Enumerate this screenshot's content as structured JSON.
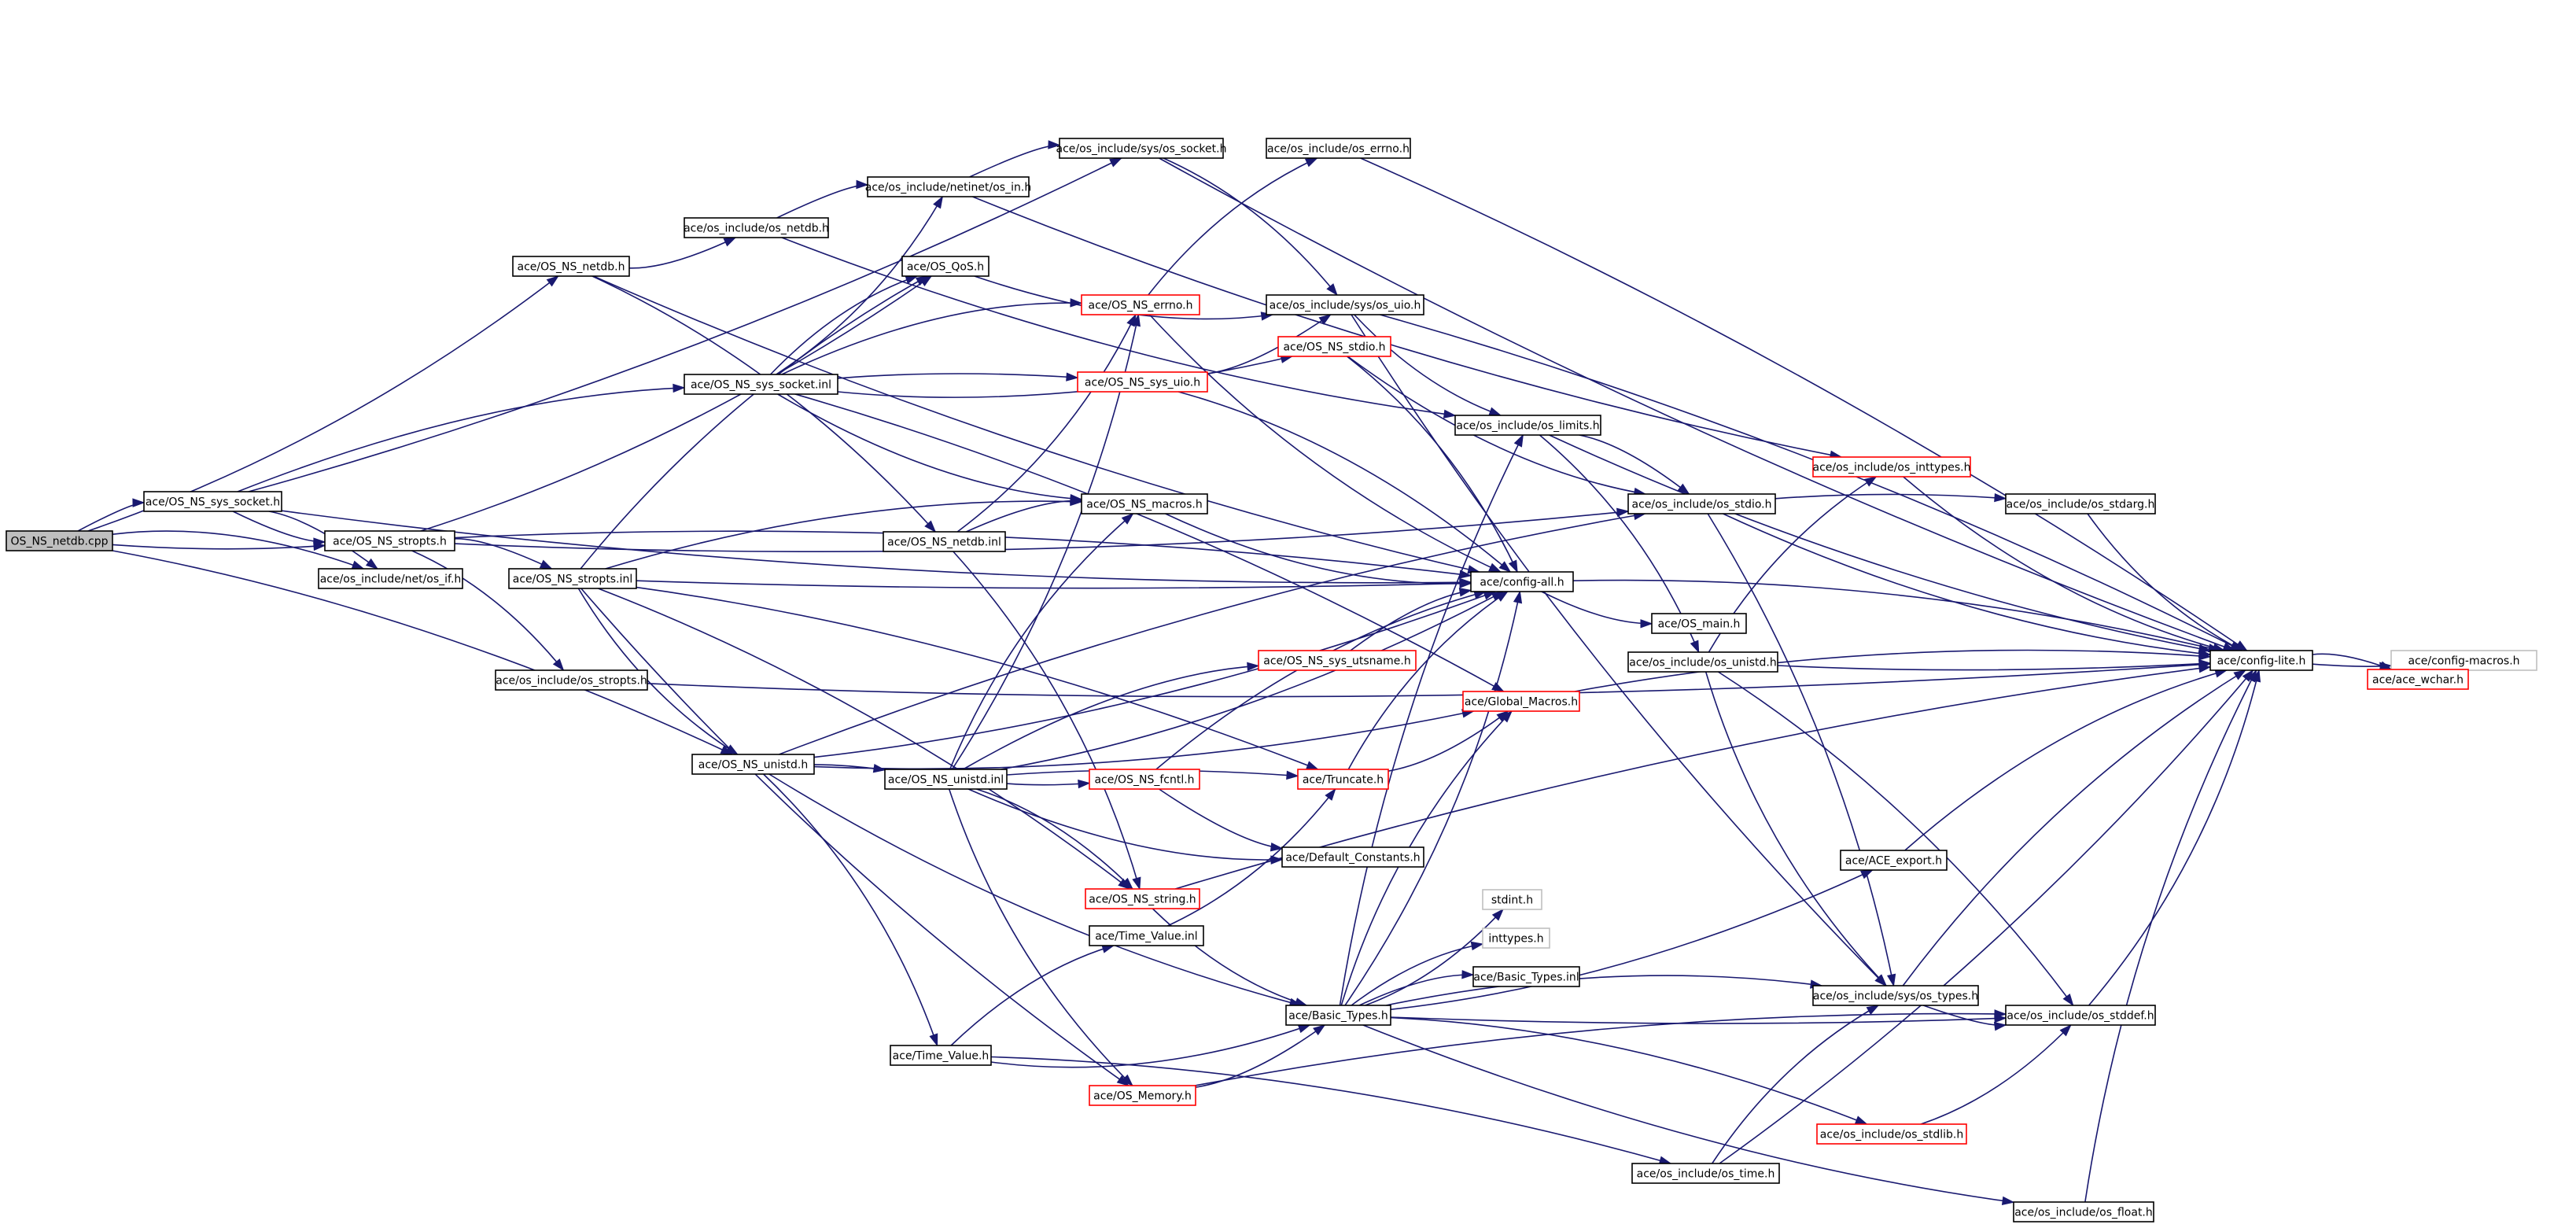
{
  "colors": {
    "edge": "#191970",
    "border_normal": "#000000",
    "border_truncated": "#ff0000",
    "border_external": "#bfbfbf",
    "fill_root": "#bfbfbf",
    "fill_normal": "#ffffff"
  },
  "nodes": [
    {
      "id": "root",
      "label": "OS_NS_netdb.cpp",
      "kind": "root"
    },
    {
      "id": "ns_sys_socket_h",
      "label": "ace/OS_NS_sys_socket.h",
      "kind": "normal"
    },
    {
      "id": "ns_stropts_h",
      "label": "ace/OS_NS_stropts.h",
      "kind": "normal"
    },
    {
      "id": "net_if_h",
      "label": "ace/os_include/net/os_if.h",
      "kind": "normal"
    },
    {
      "id": "ns_netdb_h",
      "label": "ace/OS_NS_netdb.h",
      "kind": "normal"
    },
    {
      "id": "ns_stropts_inl",
      "label": "ace/OS_NS_stropts.inl",
      "kind": "normal"
    },
    {
      "id": "ns_unistd_h",
      "label": "ace/OS_NS_unistd.h",
      "kind": "normal"
    },
    {
      "id": "os_stropts_h",
      "label": "ace/os_include/os_stropts.h",
      "kind": "normal"
    },
    {
      "id": "os_netdb_h",
      "label": "ace/os_include/os_netdb.h",
      "kind": "normal"
    },
    {
      "id": "os_in_h",
      "label": "ace/os_include/netinet/os_in.h",
      "kind": "normal"
    },
    {
      "id": "sys_os_socket_h",
      "label": "ace/os_include/sys/os_socket.h",
      "kind": "normal"
    },
    {
      "id": "os_errno_h",
      "label": "ace/os_include/os_errno.h",
      "kind": "normal"
    },
    {
      "id": "os_qos_h",
      "label": "ace/OS_QoS.h",
      "kind": "normal"
    },
    {
      "id": "ns_errno_h",
      "label": "ace/OS_NS_errno.h",
      "kind": "truncated"
    },
    {
      "id": "ns_sys_socket_inl",
      "label": "ace/OS_NS_sys_socket.inl",
      "kind": "normal"
    },
    {
      "id": "ns_stdio_h",
      "label": "ace/OS_NS_stdio.h",
      "kind": "truncated"
    },
    {
      "id": "ns_sys_uio_h",
      "label": "ace/OS_NS_sys_uio.h",
      "kind": "truncated"
    },
    {
      "id": "sys_os_uio_h",
      "label": "ace/os_include/sys/os_uio.h",
      "kind": "normal"
    },
    {
      "id": "os_limits_h",
      "label": "ace/os_include/os_limits.h",
      "kind": "normal"
    },
    {
      "id": "os_inttypes_h",
      "label": "ace/os_include/os_inttypes.h",
      "kind": "truncated"
    },
    {
      "id": "ns_netdb_inl",
      "label": "ace/OS_NS_netdb.inl",
      "kind": "normal"
    },
    {
      "id": "ns_macros_h",
      "label": "ace/OS_NS_macros.h",
      "kind": "normal"
    },
    {
      "id": "os_stdio_h",
      "label": "ace/os_include/os_stdio.h",
      "kind": "normal"
    },
    {
      "id": "os_stdarg_h",
      "label": "ace/os_include/os_stdarg.h",
      "kind": "normal"
    },
    {
      "id": "config_all_h",
      "label": "ace/config-all.h",
      "kind": "normal"
    },
    {
      "id": "os_main_h",
      "label": "ace/OS_main.h",
      "kind": "normal"
    },
    {
      "id": "ns_sys_utsname_h",
      "label": "ace/OS_NS_sys_utsname.h",
      "kind": "truncated"
    },
    {
      "id": "os_unistd_h",
      "label": "ace/os_include/os_unistd.h",
      "kind": "normal"
    },
    {
      "id": "config_lite_h",
      "label": "ace/config-lite.h",
      "kind": "normal"
    },
    {
      "id": "config_macros_h",
      "label": "ace/config-macros.h",
      "kind": "external"
    },
    {
      "id": "ace_wchar_h",
      "label": "ace/ace_wchar.h",
      "kind": "truncated"
    },
    {
      "id": "global_macros_h",
      "label": "ace/Global_Macros.h",
      "kind": "truncated"
    },
    {
      "id": "ns_unistd_inl",
      "label": "ace/OS_NS_unistd.inl",
      "kind": "normal"
    },
    {
      "id": "ns_fcntl_h",
      "label": "ace/OS_NS_fcntl.h",
      "kind": "truncated"
    },
    {
      "id": "truncate_h",
      "label": "ace/Truncate.h",
      "kind": "truncated"
    },
    {
      "id": "default_constants_h",
      "label": "ace/Default_Constants.h",
      "kind": "normal"
    },
    {
      "id": "ace_export_h",
      "label": "ace/ACE_export.h",
      "kind": "normal"
    },
    {
      "id": "ns_string_h",
      "label": "ace/OS_NS_string.h",
      "kind": "truncated"
    },
    {
      "id": "stdint_h",
      "label": "stdint.h",
      "kind": "external"
    },
    {
      "id": "time_value_inl",
      "label": "ace/Time_Value.inl",
      "kind": "normal"
    },
    {
      "id": "inttypes_h",
      "label": "inttypes.h",
      "kind": "external"
    },
    {
      "id": "basic_types_inl",
      "label": "ace/Basic_Types.inl",
      "kind": "normal"
    },
    {
      "id": "basic_types_h",
      "label": "ace/Basic_Types.h",
      "kind": "normal"
    },
    {
      "id": "sys_os_types_h",
      "label": "ace/os_include/sys/os_types.h",
      "kind": "normal"
    },
    {
      "id": "os_stddef_h",
      "label": "ace/os_include/os_stddef.h",
      "kind": "normal"
    },
    {
      "id": "time_value_h",
      "label": "ace/Time_Value.h",
      "kind": "normal"
    },
    {
      "id": "os_memory_h",
      "label": "ace/OS_Memory.h",
      "kind": "truncated"
    },
    {
      "id": "os_stdlib_h",
      "label": "ace/os_include/os_stdlib.h",
      "kind": "truncated"
    },
    {
      "id": "os_time_h",
      "label": "ace/os_include/os_time.h",
      "kind": "normal"
    },
    {
      "id": "os_float_h",
      "label": "ace/os_include/os_float.h",
      "kind": "normal"
    }
  ],
  "edges": [
    [
      "root",
      "ns_sys_socket_h"
    ],
    [
      "root",
      "ns_stropts_h"
    ],
    [
      "root",
      "net_if_h"
    ],
    [
      "root",
      "ns_netdb_h"
    ],
    [
      "root",
      "ns_unistd_h"
    ],
    [
      "ns_sys_socket_h",
      "ns_stropts_h"
    ],
    [
      "ns_sys_socket_h",
      "net_if_h"
    ],
    [
      "ns_sys_socket_h",
      "sys_os_socket_h"
    ],
    [
      "ns_sys_socket_h",
      "ns_sys_socket_inl"
    ],
    [
      "ns_sys_socket_h",
      "config_all_h"
    ],
    [
      "ns_stropts_h",
      "ns_stropts_inl"
    ],
    [
      "ns_stropts_h",
      "os_qos_h"
    ],
    [
      "ns_stropts_h",
      "os_stropts_h"
    ],
    [
      "ns_stropts_h",
      "os_stdio_h"
    ],
    [
      "ns_stropts_h",
      "config_all_h"
    ],
    [
      "ns_netdb_h",
      "os_netdb_h"
    ],
    [
      "ns_netdb_h",
      "ns_netdb_inl"
    ],
    [
      "ns_netdb_h",
      "config_all_h"
    ],
    [
      "ns_stropts_inl",
      "os_qos_h"
    ],
    [
      "ns_stropts_inl",
      "ns_unistd_h"
    ],
    [
      "ns_stropts_inl",
      "ns_macros_h"
    ],
    [
      "ns_stropts_inl",
      "config_all_h"
    ],
    [
      "ns_stropts_inl",
      "ns_string_h"
    ],
    [
      "ns_stropts_inl",
      "os_memory_h"
    ],
    [
      "ns_stropts_inl",
      "truncate_h"
    ],
    [
      "os_stropts_h",
      "config_lite_h"
    ],
    [
      "ns_unistd_h",
      "ns_unistd_inl"
    ],
    [
      "ns_unistd_h",
      "config_all_h"
    ],
    [
      "ns_unistd_h",
      "time_value_h"
    ],
    [
      "ns_unistd_h",
      "basic_types_h"
    ],
    [
      "ns_unistd_h",
      "os_stdio_h"
    ],
    [
      "ns_unistd_h",
      "global_macros_h"
    ],
    [
      "os_netdb_h",
      "os_in_h"
    ],
    [
      "os_netdb_h",
      "os_limits_h"
    ],
    [
      "os_in_h",
      "sys_os_socket_h"
    ],
    [
      "os_in_h",
      "os_inttypes_h"
    ],
    [
      "sys_os_socket_h",
      "sys_os_uio_h"
    ],
    [
      "sys_os_socket_h",
      "config_lite_h"
    ],
    [
      "os_errno_h",
      "config_lite_h"
    ],
    [
      "os_qos_h",
      "sys_os_uio_h"
    ],
    [
      "ns_errno_h",
      "os_errno_h"
    ],
    [
      "ns_errno_h",
      "config_all_h"
    ],
    [
      "ns_sys_socket_inl",
      "ns_errno_h"
    ],
    [
      "ns_sys_socket_inl",
      "ns_stdio_h"
    ],
    [
      "ns_sys_socket_inl",
      "ns_sys_uio_h"
    ],
    [
      "ns_sys_socket_inl",
      "ns_macros_h"
    ],
    [
      "ns_sys_socket_inl",
      "os_qos_h"
    ],
    [
      "ns_sys_socket_inl",
      "os_in_h"
    ],
    [
      "ns_sys_socket_inl",
      "global_macros_h"
    ],
    [
      "ns_stdio_h",
      "os_stdio_h"
    ],
    [
      "ns_stdio_h",
      "config_all_h"
    ],
    [
      "ns_sys_uio_h",
      "sys_os_uio_h"
    ],
    [
      "ns_sys_uio_h",
      "config_all_h"
    ],
    [
      "sys_os_uio_h",
      "os_limits_h"
    ],
    [
      "sys_os_uio_h",
      "config_lite_h"
    ],
    [
      "sys_os_uio_h",
      "sys_os_types_h"
    ],
    [
      "os_limits_h",
      "os_stdio_h"
    ],
    [
      "os_limits_h",
      "config_lite_h"
    ],
    [
      "os_limits_h",
      "os_unistd_h"
    ],
    [
      "os_inttypes_h",
      "config_lite_h"
    ],
    [
      "ns_netdb_inl",
      "ns_macros_h"
    ],
    [
      "ns_netdb_inl",
      "ns_errno_h"
    ],
    [
      "ns_netdb_inl",
      "ns_string_h"
    ],
    [
      "ns_macros_h",
      "config_all_h"
    ],
    [
      "os_stdio_h",
      "os_stdarg_h"
    ],
    [
      "os_stdio_h",
      "config_lite_h"
    ],
    [
      "os_stdio_h",
      "sys_os_types_h"
    ],
    [
      "os_stdarg_h",
      "config_lite_h"
    ],
    [
      "config_all_h",
      "config_lite_h"
    ],
    [
      "config_all_h",
      "os_main_h"
    ],
    [
      "ns_sys_utsname_h",
      "config_all_h"
    ],
    [
      "os_unistd_h",
      "config_lite_h"
    ],
    [
      "os_unistd_h",
      "os_inttypes_h"
    ],
    [
      "os_unistd_h",
      "sys_os_types_h"
    ],
    [
      "os_unistd_h",
      "os_stddef_h"
    ],
    [
      "config_lite_h",
      "config_macros_h"
    ],
    [
      "config_lite_h",
      "ace_wchar_h"
    ],
    [
      "ace_wchar_h",
      "config_macros_h"
    ],
    [
      "global_macros_h",
      "config_lite_h"
    ],
    [
      "ns_unistd_inl",
      "ns_fcntl_h"
    ],
    [
      "ns_unistd_inl",
      "truncate_h"
    ],
    [
      "ns_unistd_inl",
      "default_constants_h"
    ],
    [
      "ns_unistd_inl",
      "ns_string_h"
    ],
    [
      "ns_unistd_inl",
      "os_memory_h"
    ],
    [
      "ns_unistd_inl",
      "ns_macros_h"
    ],
    [
      "ns_unistd_inl",
      "ns_errno_h"
    ],
    [
      "ns_unistd_inl",
      "ns_sys_utsname_h"
    ],
    [
      "ns_unistd_inl",
      "config_all_h"
    ],
    [
      "ns_fcntl_h",
      "config_all_h"
    ],
    [
      "ns_fcntl_h",
      "default_constants_h"
    ],
    [
      "truncate_h",
      "config_all_h"
    ],
    [
      "truncate_h",
      "global_macros_h"
    ],
    [
      "ace_export_h",
      "config_lite_h"
    ],
    [
      "ns_string_h",
      "basic_types_h"
    ],
    [
      "ns_string_h",
      "config_lite_h"
    ],
    [
      "time_value_inl",
      "truncate_h"
    ],
    [
      "basic_types_h",
      "basic_types_inl"
    ],
    [
      "basic_types_h",
      "stdint_h"
    ],
    [
      "basic_types_h",
      "inttypes_h"
    ],
    [
      "basic_types_h",
      "ace_export_h"
    ],
    [
      "basic_types_h",
      "sys_os_types_h"
    ],
    [
      "basic_types_h",
      "os_stddef_h"
    ],
    [
      "basic_types_h",
      "os_stdlib_h"
    ],
    [
      "basic_types_h",
      "os_float_h"
    ],
    [
      "basic_types_h",
      "os_limits_h"
    ],
    [
      "basic_types_h",
      "config_all_h"
    ],
    [
      "basic_types_h",
      "global_macros_h"
    ],
    [
      "sys_os_types_h",
      "os_stddef_h"
    ],
    [
      "sys_os_types_h",
      "config_lite_h"
    ],
    [
      "os_stddef_h",
      "config_lite_h"
    ],
    [
      "time_value_h",
      "time_value_inl"
    ],
    [
      "time_value_h",
      "basic_types_h"
    ],
    [
      "time_value_h",
      "os_time_h"
    ],
    [
      "os_memory_h",
      "basic_types_h"
    ],
    [
      "os_memory_h",
      "os_stddef_h"
    ],
    [
      "os_stdlib_h",
      "os_stddef_h"
    ],
    [
      "os_time_h",
      "sys_os_types_h"
    ],
    [
      "os_time_h",
      "config_lite_h"
    ],
    [
      "os_float_h",
      "config_lite_h"
    ]
  ]
}
